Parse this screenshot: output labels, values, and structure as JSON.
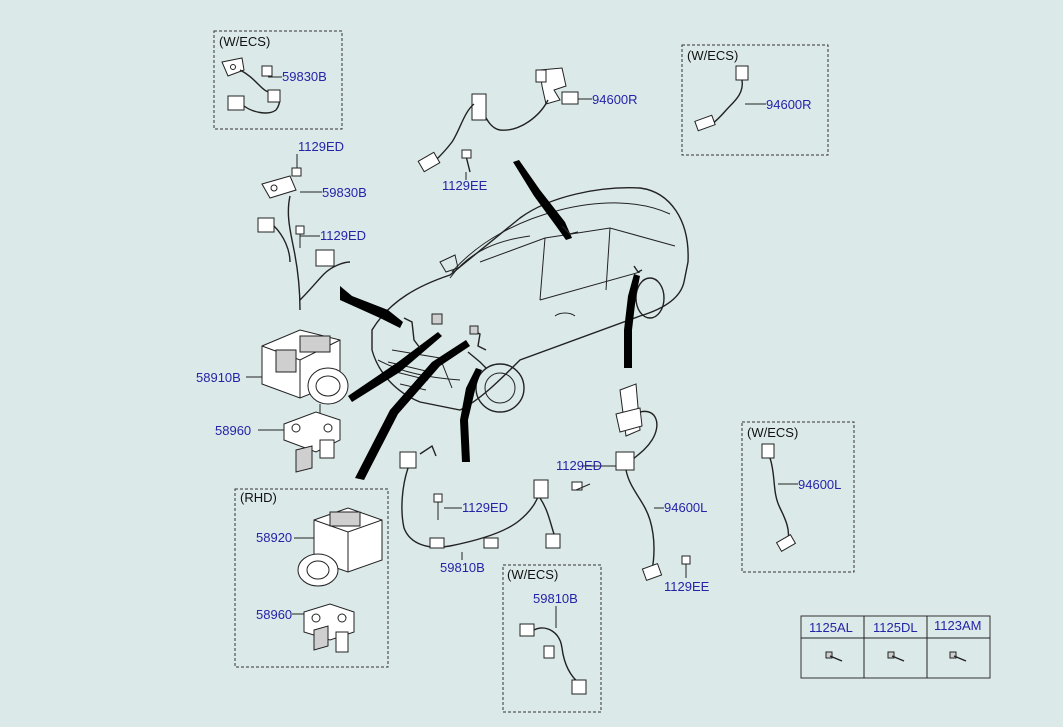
{
  "diagram": {
    "variant_labels": {
      "wecs_tl": "(W/ECS)",
      "wecs_tr": "(W/ECS)",
      "wecs_mr": "(W/ECS)",
      "wecs_bc": "(W/ECS)",
      "rhd": "(RHD)"
    },
    "parts": {
      "p59830B_box": "59830B",
      "p94600R": "94600R",
      "p94600R_box": "94600R",
      "p1129ED_top": "1129ED",
      "p59830B": "59830B",
      "p1129EE_top": "1129EE",
      "p1129ED_mid": "1129ED",
      "p58910B": "58910B",
      "p58960": "58960",
      "p1129ED_right": "1129ED",
      "p94600L_box": "94600L",
      "p1129ED_center": "1129ED",
      "p94600L": "94600L",
      "p59810B": "59810B",
      "p1129EE_bottom": "1129EE",
      "p58920": "58920",
      "p58960_rhd": "58960",
      "p59810B_box": "59810B"
    },
    "fastener_table": {
      "headers": [
        "1125AL",
        "1125DL",
        "1123AM"
      ]
    }
  }
}
